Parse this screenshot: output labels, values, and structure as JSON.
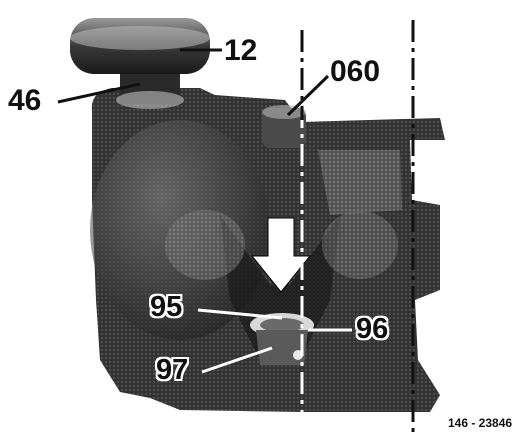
{
  "callouts": {
    "c12": "12",
    "c46": "46",
    "c060": "060",
    "c95": "95",
    "c96": "96",
    "c97": "97"
  },
  "reference_code": "146 - 23846",
  "colors": {
    "body_dark": "#2b2b2b",
    "body_mid": "#5a5a5a",
    "highlight": "#d8d8d8",
    "arrow": "#ffffff",
    "ink": "#111111"
  }
}
